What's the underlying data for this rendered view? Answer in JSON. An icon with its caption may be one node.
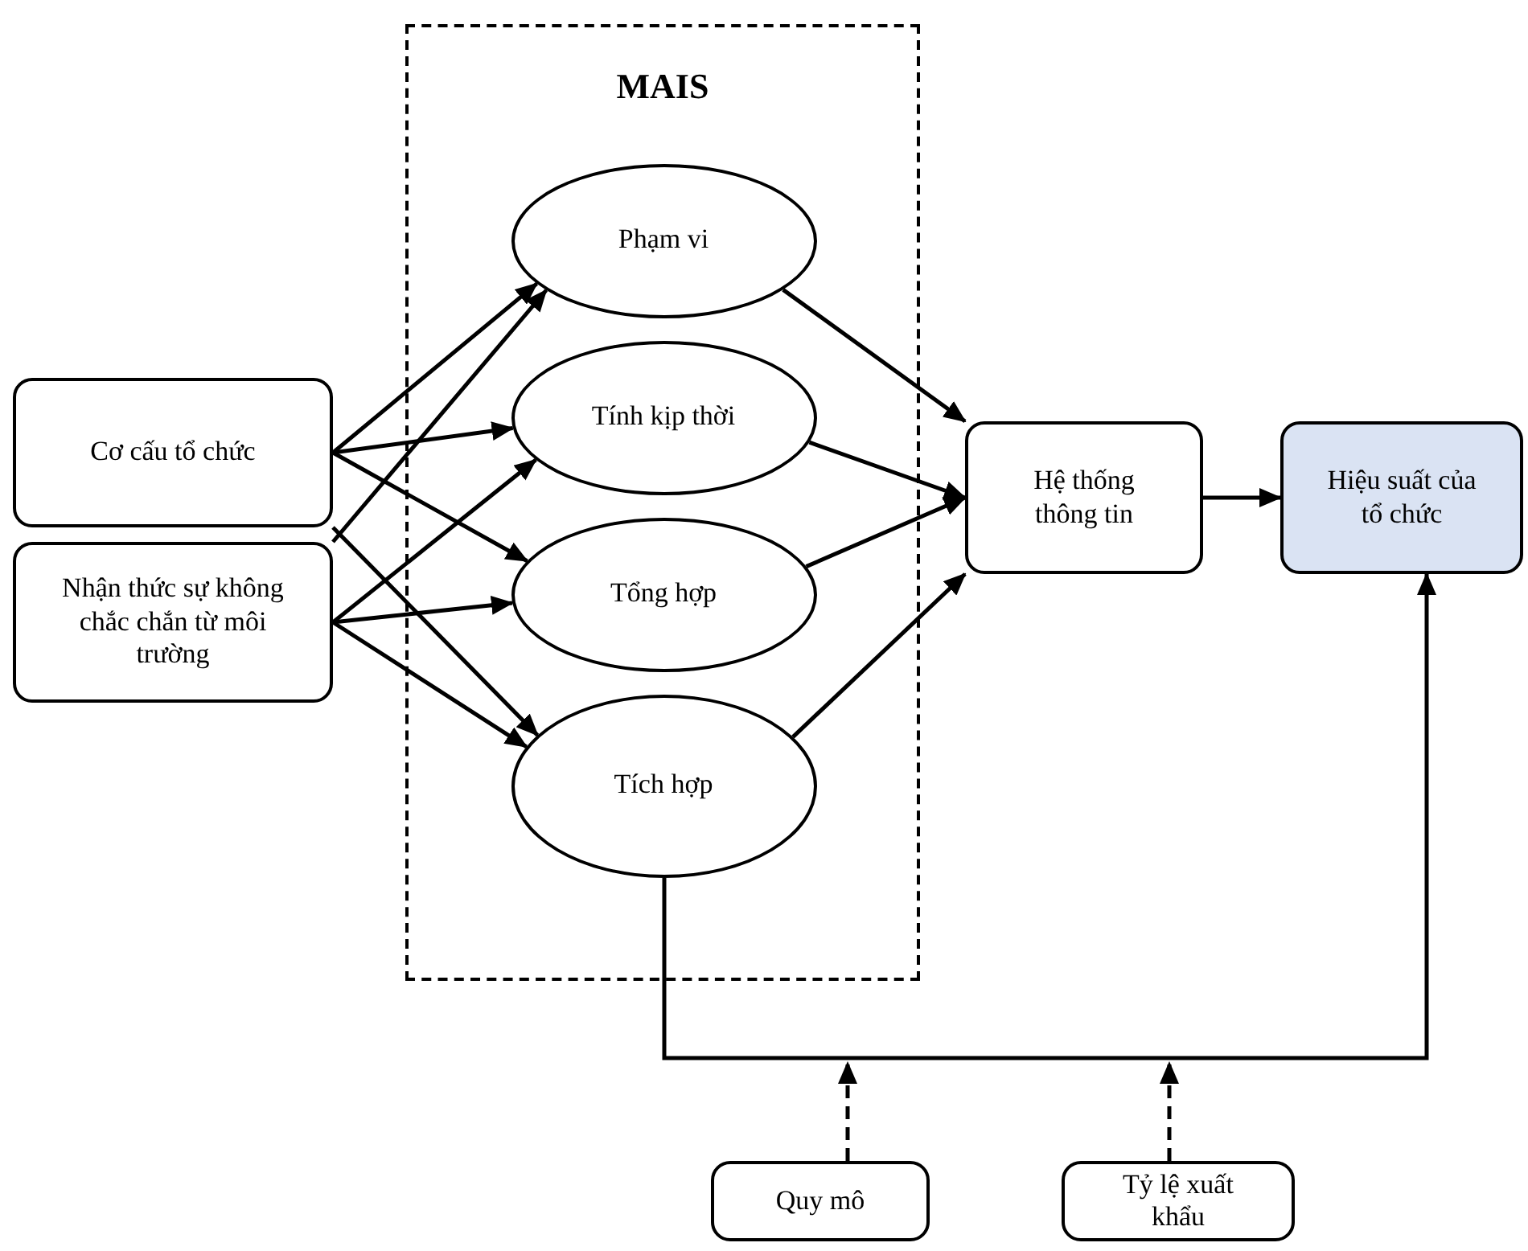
{
  "diagram": {
    "nodes": [
      {
        "text": [
          "Cơ cấu tổ chức"
        ]
      },
      {
        "text": [
          "Nhận thức sự không chắc chắn từ môi trường"
        ]
      },
      {
        "text": [
          "MAIS"
        ]
      },
      {
        "text": [
          "Phạm vi"
        ],
        "in": 2
      },
      {
        "text": [
          "Tính kịp thời"
        ],
        "in": 2
      },
      {
        "text": [
          "Tổng hợp"
        ],
        "in": 2
      },
      {
        "text": [
          "Tích hợp"
        ],
        "in": 2
      },
      {
        "text": [
          "Hệ thống thông tin"
        ]
      },
      {
        "text": [
          "Hiệu suất của tổ chức"
        ]
      },
      {
        "text": [
          "Quy mô"
        ]
      },
      {
        "text": [
          "Tỷ lệ xuất khẩu"
        ]
      }
    ],
    "edges": [
      {
        "from": 0,
        "to": 3,
        "arrow": "to"
      },
      {
        "from": 0,
        "to": 4,
        "arrow": "to"
      },
      {
        "from": 0,
        "to": 5,
        "arrow": "to"
      },
      {
        "from": 0,
        "to": 6,
        "arrow": "to"
      },
      {
        "from": 1,
        "to": 3,
        "arrow": "to"
      },
      {
        "from": 1,
        "to": 4,
        "arrow": "to"
      },
      {
        "from": 1,
        "to": 5,
        "arrow": "to"
      },
      {
        "from": 1,
        "to": 6,
        "arrow": "to"
      },
      {
        "from": 3,
        "to": 7,
        "arrow": "to"
      },
      {
        "from": 4,
        "to": 7,
        "arrow": "to"
      },
      {
        "from": 5,
        "to": 7,
        "arrow": "to"
      },
      {
        "from": 6,
        "to": 7,
        "arrow": "to"
      },
      {
        "from": 7,
        "to": 8,
        "arrow": "to"
      },
      {
        "from": 6,
        "to": 8,
        "arrow": "to"
      },
      {
        "from": 9,
        "to": null,
        "arrow": "to",
        "style": "dashed"
      },
      {
        "from": 10,
        "to": null,
        "arrow": "to",
        "style": "dashed"
      }
    ]
  }
}
